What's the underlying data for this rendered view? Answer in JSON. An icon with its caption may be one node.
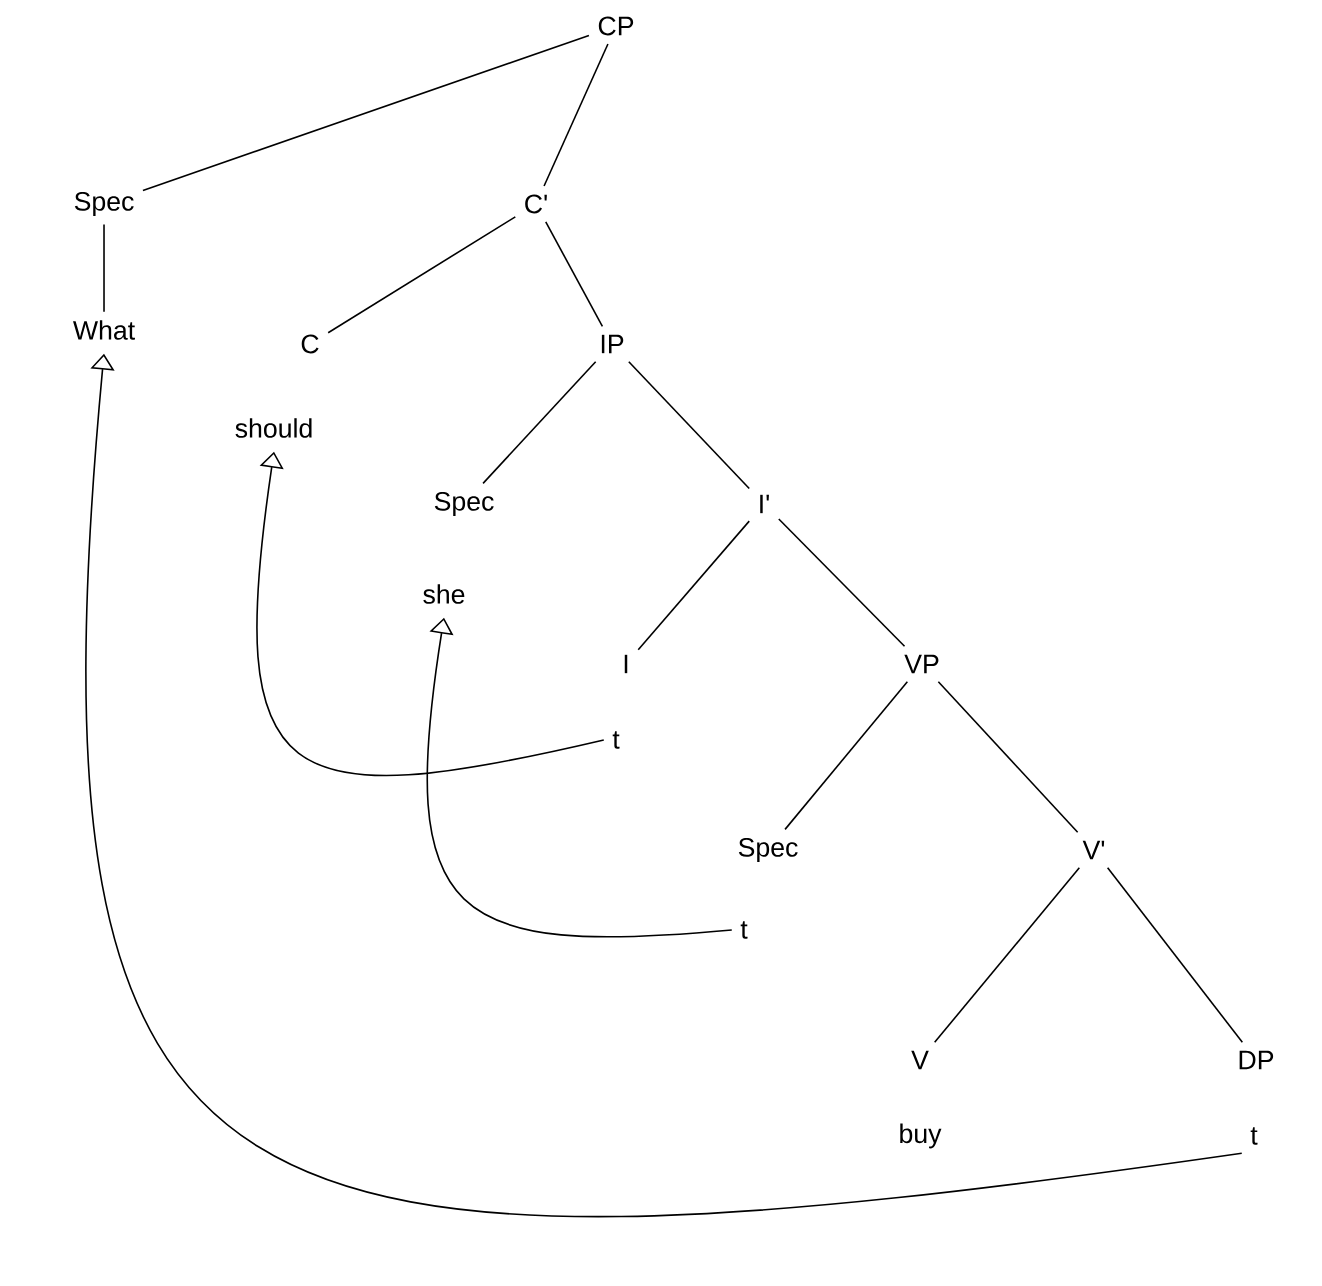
{
  "diagram": {
    "nodes": [
      {
        "text": [
          "CP"
        ]
      },
      {
        "text": [
          "Spec"
        ]
      },
      {
        "text": [
          "C'"
        ]
      },
      {
        "text": [
          "What"
        ]
      },
      {
        "text": [
          "C"
        ]
      },
      {
        "text": [
          "IP"
        ]
      },
      {
        "text": [
          "should"
        ]
      },
      {
        "text": [
          "Spec"
        ]
      },
      {
        "text": [
          "I'"
        ]
      },
      {
        "text": [
          "she"
        ]
      },
      {
        "text": [
          "I"
        ]
      },
      {
        "text": [
          "VP"
        ]
      },
      {
        "text": [
          "t"
        ]
      },
      {
        "text": [
          "Spec"
        ]
      },
      {
        "text": [
          "V'"
        ]
      },
      {
        "text": [
          "t"
        ]
      },
      {
        "text": [
          "V"
        ]
      },
      {
        "text": [
          "DP"
        ]
      },
      {
        "text": [
          "buy"
        ]
      },
      {
        "text": [
          "t"
        ]
      }
    ],
    "edges": [
      {
        "from": 0,
        "to": 1,
        "arrow": "none"
      },
      {
        "from": 0,
        "to": 2,
        "arrow": "none"
      },
      {
        "from": 1,
        "to": 3,
        "arrow": "none"
      },
      {
        "from": 2,
        "to": 4,
        "arrow": "none"
      },
      {
        "from": 2,
        "to": 5,
        "arrow": "none"
      },
      {
        "from": 5,
        "to": 7,
        "arrow": "none"
      },
      {
        "from": 5,
        "to": 8,
        "arrow": "none"
      },
      {
        "from": 8,
        "to": 10,
        "arrow": "none"
      },
      {
        "from": 8,
        "to": 11,
        "arrow": "none"
      },
      {
        "from": 11,
        "to": 13,
        "arrow": "none"
      },
      {
        "from": 11,
        "to": 14,
        "arrow": "none"
      },
      {
        "from": 14,
        "to": 16,
        "arrow": "none"
      },
      {
        "from": 14,
        "to": 17,
        "arrow": "none"
      },
      {
        "from": 12,
        "to": 6,
        "arrow": "to"
      },
      {
        "from": 15,
        "to": 9,
        "arrow": "to"
      },
      {
        "from": 19,
        "to": 3,
        "arrow": "to"
      }
    ]
  }
}
